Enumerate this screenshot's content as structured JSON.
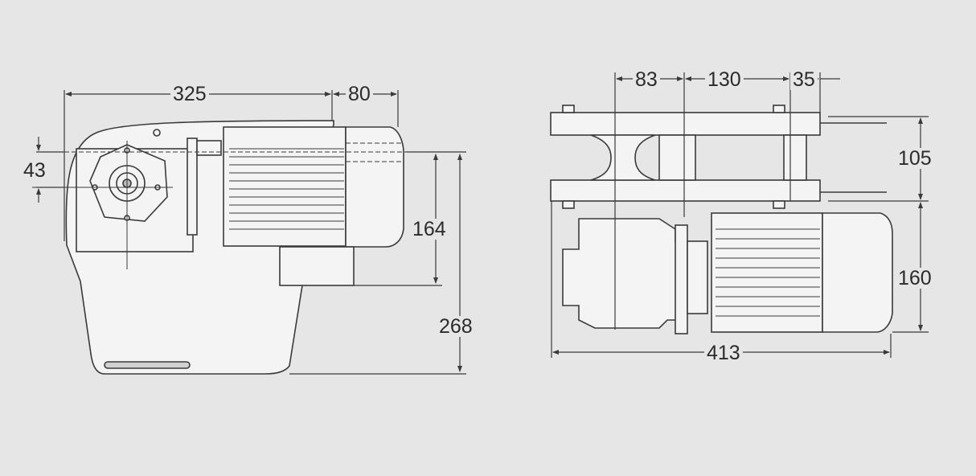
{
  "diagram": {
    "type": "technical-dimension-drawing",
    "subject": "gear motor drive unit",
    "colors": {
      "background": "#e6e6e6",
      "body_fill": "#f4f4f4",
      "outline": "#3a3a3a",
      "dimension_line": "#3a3a3a",
      "text": "#2b2b2b"
    },
    "views": [
      {
        "name": "side-view",
        "dimensions": {
          "overall_length": "325",
          "motor_fan_cover": "80",
          "shaft_offset": "43",
          "motor_height": "164",
          "overall_height": "268"
        }
      },
      {
        "name": "top-view",
        "dimensions": {
          "shaft_to_frame": "83",
          "frame_span": "130",
          "frame_to_end": "35",
          "frame_width": "105",
          "motor_width": "160",
          "overall_length": "413"
        }
      }
    ]
  }
}
